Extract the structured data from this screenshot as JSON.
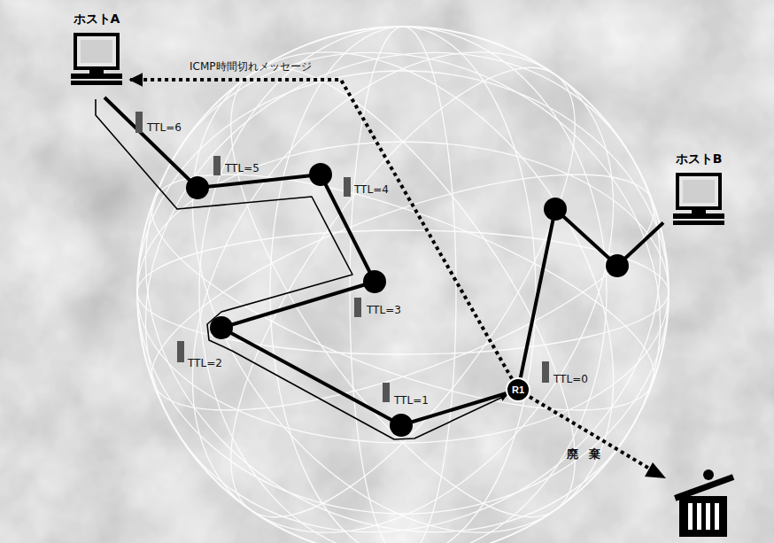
{
  "diagram": {
    "nodes": [
      {
        "text": [
          "ホストA"
        ]
      },
      {
        "text": [
          "ホストB"
        ]
      },
      {
        "text": [
          "R1"
        ]
      }
    ],
    "edges": [
      {
        "from": 0,
        "to": 2,
        "arrow": "to"
      },
      {
        "from": 2,
        "to": 0,
        "arrow": "to",
        "label": "ICMP時間切れメッセージ"
      },
      {
        "from": 2,
        "to": 1,
        "arrow": "none"
      }
    ],
    "labels": [
      "TTL=6",
      "TTL=5",
      "TTL=4",
      "TTL=3",
      "TTL=2",
      "TTL=1",
      "TTL=0",
      "廃棄"
    ]
  }
}
